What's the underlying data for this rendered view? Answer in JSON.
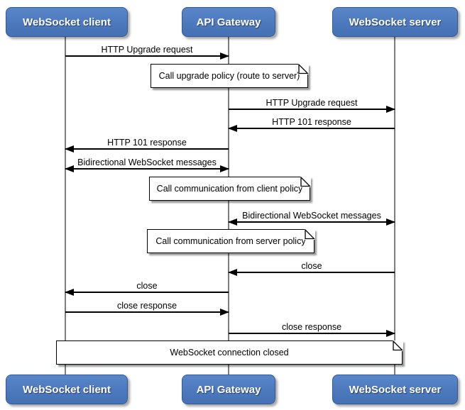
{
  "diagram_type": "sequence-diagram",
  "subject": "WebSocket connection through an API Gateway",
  "colors": {
    "actor_fill": "#4c78bd",
    "actor_fill_light": "#5a86c9",
    "actor_border": "#31589b",
    "actor_text": "#ffffff",
    "lifeline": "#7d7d7d",
    "message_line": "#000000",
    "message_text": "#000000",
    "note_fill": "#ffffff",
    "note_border": "#000000",
    "background": "#ffffff"
  },
  "actors": [
    {
      "id": "websocket-client",
      "label": "WebSocket client"
    },
    {
      "id": "api-gateway",
      "label": "API Gateway"
    },
    {
      "id": "websocket-server",
      "label": "WebSocket server"
    }
  ],
  "messages": [
    {
      "label": "HTTP Upgrade request",
      "from": "websocket-client",
      "to": "api-gateway",
      "arrow": "right"
    },
    {
      "label": "HTTP Upgrade request",
      "from": "api-gateway",
      "to": "websocket-server",
      "arrow": "right"
    },
    {
      "label": "HTTP 101 response",
      "from": "websocket-server",
      "to": "api-gateway",
      "arrow": "left"
    },
    {
      "label": "HTTP 101 response",
      "from": "api-gateway",
      "to": "websocket-client",
      "arrow": "left"
    },
    {
      "label": "Bidirectional WebSocket messages",
      "from": "websocket-client",
      "to": "api-gateway",
      "arrow": "both"
    },
    {
      "label": "Bidirectional WebSocket messages",
      "from": "api-gateway",
      "to": "websocket-server",
      "arrow": "both"
    },
    {
      "label": "close",
      "from": "websocket-server",
      "to": "api-gateway",
      "arrow": "left"
    },
    {
      "label": "close",
      "from": "api-gateway",
      "to": "websocket-client",
      "arrow": "left"
    },
    {
      "label": "close response",
      "from": "websocket-client",
      "to": "api-gateway",
      "arrow": "right"
    },
    {
      "label": "close response",
      "from": "api-gateway",
      "to": "websocket-server",
      "arrow": "right"
    }
  ],
  "notes": [
    {
      "label": "Call upgrade policy (route to server)",
      "over": "api-gateway"
    },
    {
      "label": "Call communication from client policy",
      "over": "api-gateway"
    },
    {
      "label": "Call communication from server policy",
      "over": "api-gateway"
    },
    {
      "label": "WebSocket connection closed",
      "over": "all-lifelines"
    }
  ]
}
